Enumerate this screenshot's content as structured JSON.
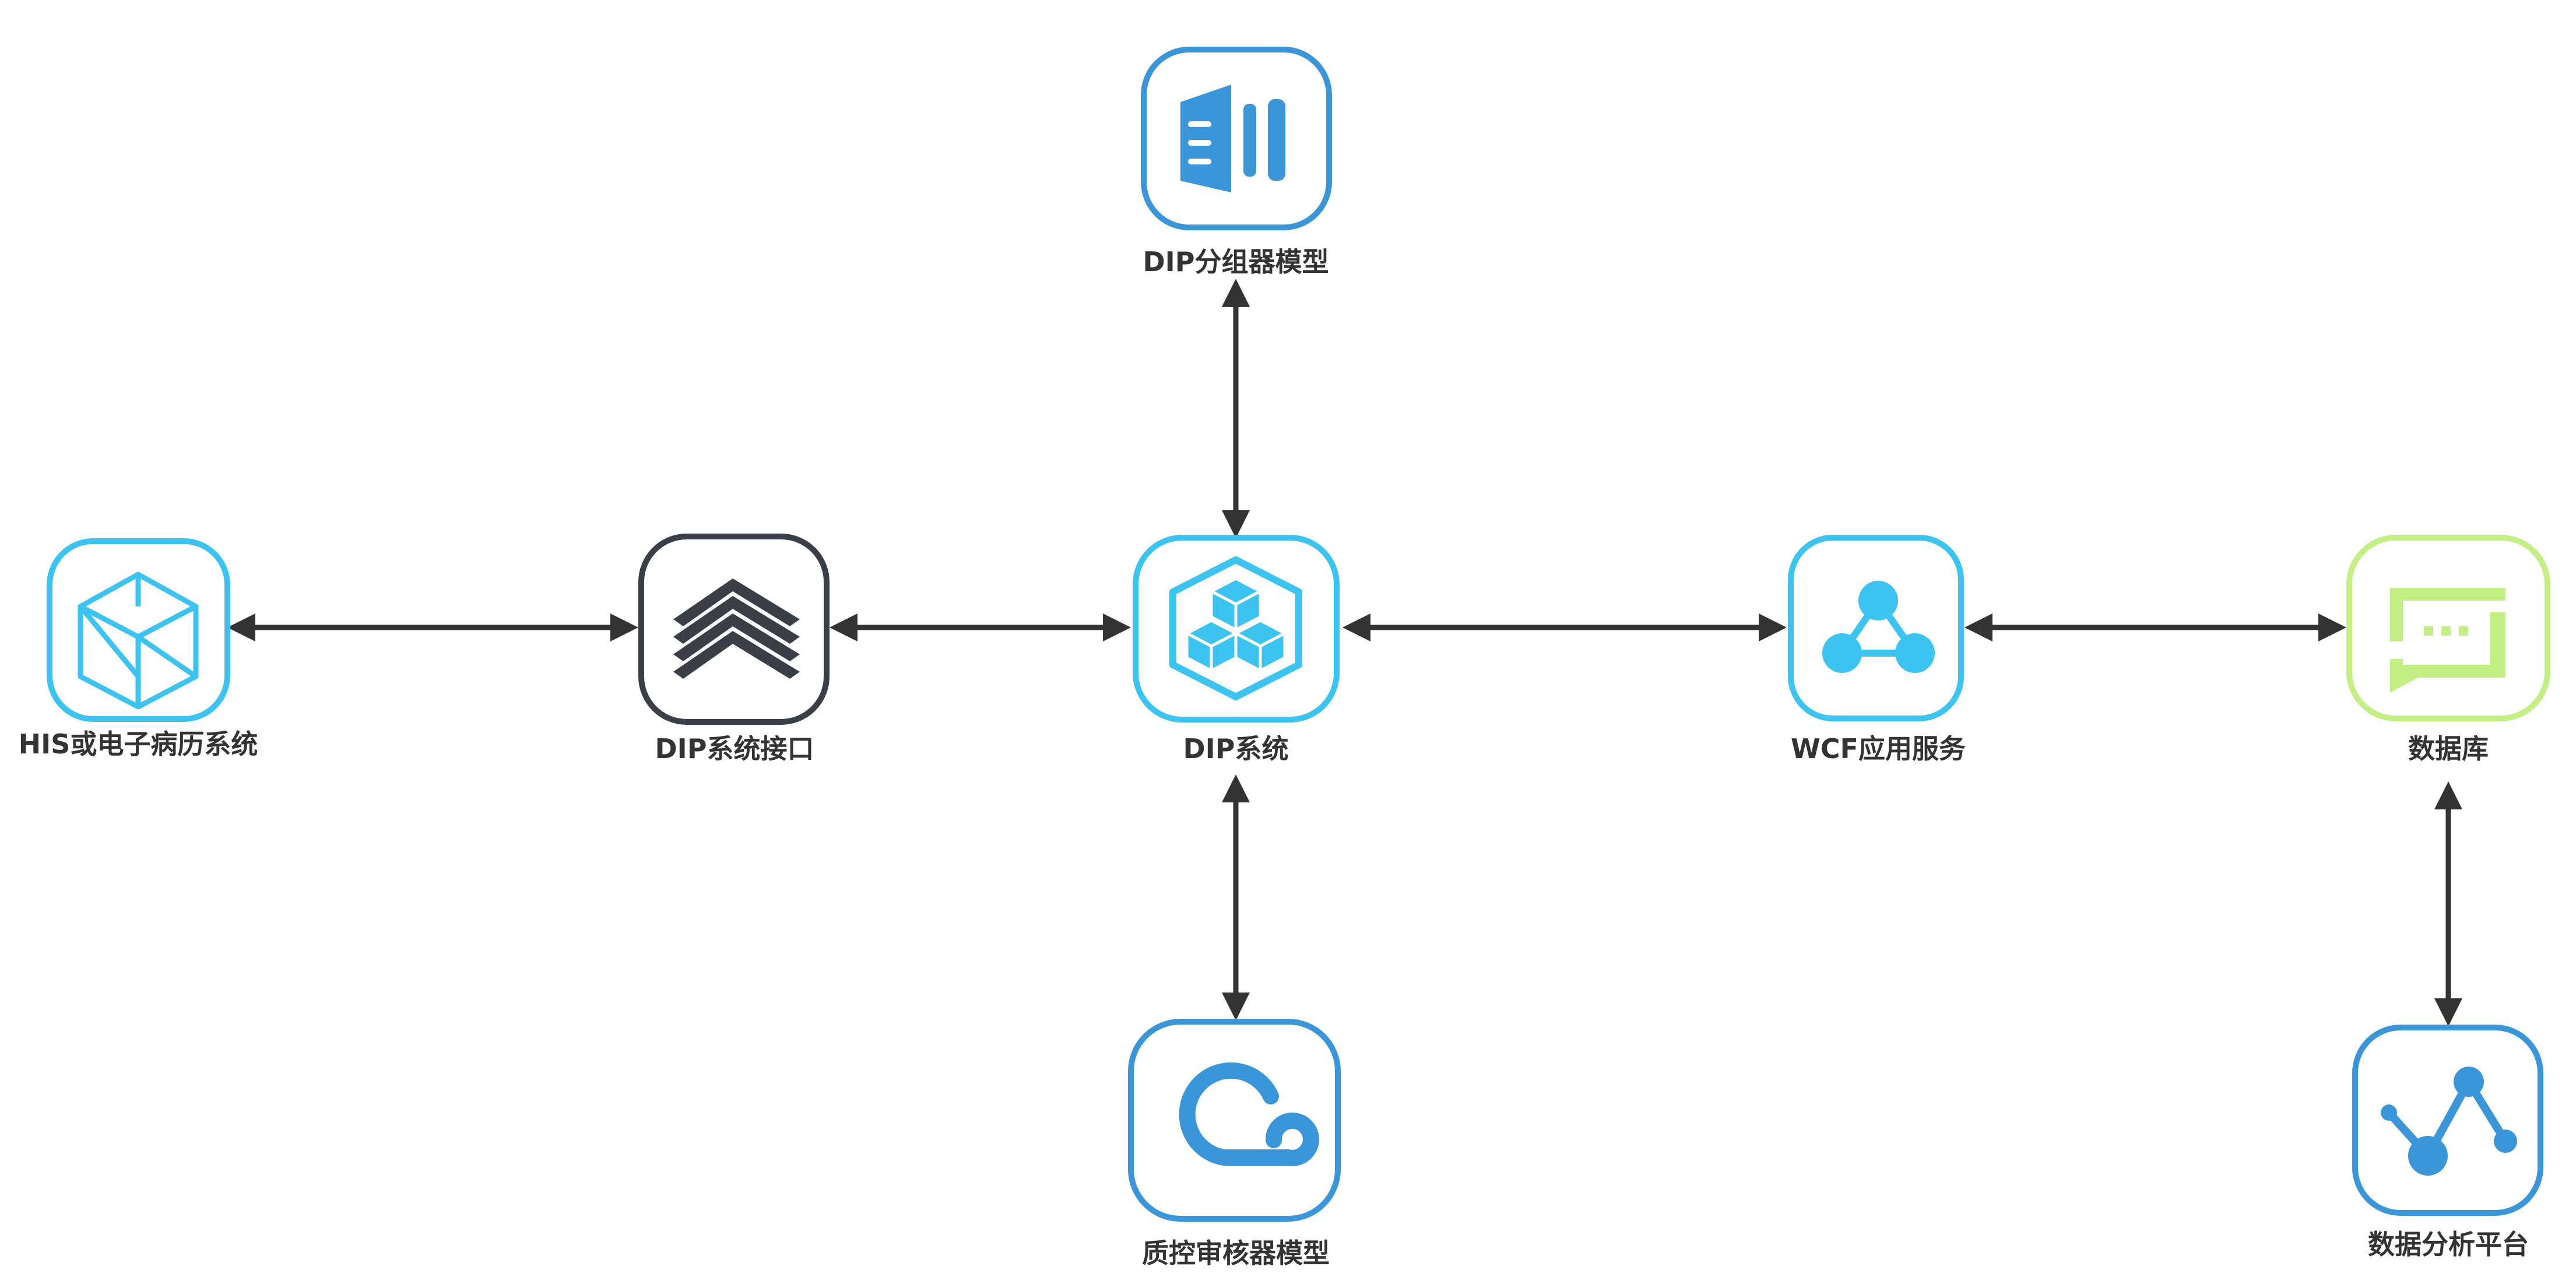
{
  "nodes": [
    {
      "id": "his",
      "label": "HIS或电子病历系统",
      "icon": "cube-wireframe-icon",
      "frame_color": "#3cc3f0"
    },
    {
      "id": "dip-interface",
      "label": "DIP系统接口",
      "icon": "stacked-layers-icon",
      "frame_color": "#3a3f47"
    },
    {
      "id": "dip-system",
      "label": "DIP系统",
      "icon": "cube-cluster-icon",
      "frame_color": "#3cc3f0"
    },
    {
      "id": "dip-grouper",
      "label": "DIP分组器模型",
      "icon": "panels-icon",
      "frame_color": "#3a96d8"
    },
    {
      "id": "qc-audit",
      "label": "质控审核器模型",
      "icon": "infinity-loop-icon",
      "frame_color": "#3a96d8"
    },
    {
      "id": "wcf",
      "label": "WCF应用服务",
      "icon": "network-nodes-icon",
      "frame_color": "#3cc3f0"
    },
    {
      "id": "database",
      "label": "数据库",
      "icon": "chat-bubble-icon",
      "frame_color": "#c4ef84"
    },
    {
      "id": "analytics",
      "label": "数据分析平台",
      "icon": "line-graph-icon",
      "frame_color": "#3a96d8"
    }
  ],
  "edges": [
    {
      "from": "his",
      "to": "dip-interface",
      "direction": "both"
    },
    {
      "from": "dip-interface",
      "to": "dip-system",
      "direction": "both"
    },
    {
      "from": "dip-system",
      "to": "wcf",
      "direction": "both"
    },
    {
      "from": "wcf",
      "to": "database",
      "direction": "both"
    },
    {
      "from": "dip-grouper",
      "to": "dip-system",
      "direction": "both"
    },
    {
      "from": "dip-system",
      "to": "qc-audit",
      "direction": "both"
    },
    {
      "from": "database",
      "to": "analytics",
      "direction": "both"
    }
  ],
  "colors": {
    "connector": "#333333",
    "label_text": "#333333",
    "icon_cyan": "#3cc3f0",
    "icon_blue": "#3a96d8",
    "icon_dark": "#3a3f47",
    "icon_green": "#c4ef84"
  }
}
